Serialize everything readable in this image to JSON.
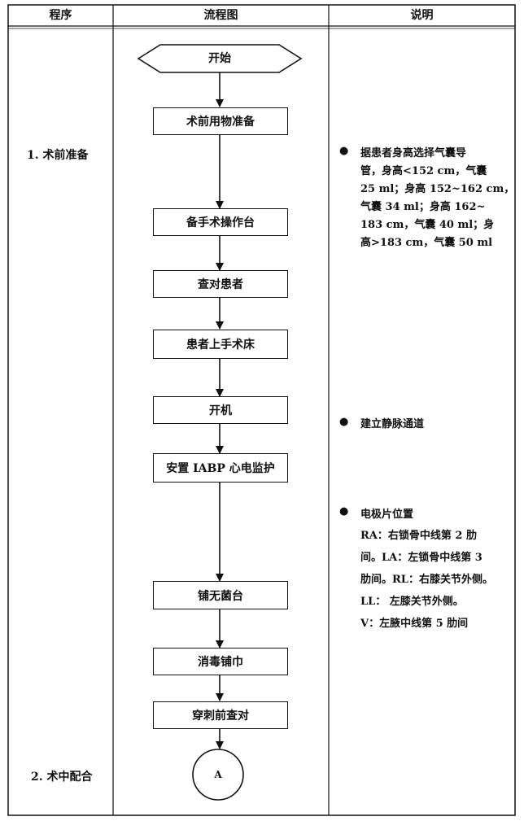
{
  "header": {
    "col_procedure": "程序",
    "col_flowchart": "流程图",
    "col_notes": "说明"
  },
  "procedures": {
    "p1": "1.  术前准备",
    "p2": "2. 术中配合"
  },
  "flow": {
    "start": "开始",
    "s1": "术前用物准备",
    "s2": "备手术操作台",
    "s3": "查对患者",
    "s4": "患者上手术床",
    "s5": "开机",
    "s6": "安置 IABP 心电监护",
    "s7": "铺无菌台",
    "s8": "消毒铺巾",
    "s9": "穿刺前查对",
    "connector": "A"
  },
  "notes": {
    "bullet": "●",
    "balloon": {
      "l1": "据患者身高选择气囊导",
      "l2": "管，身高<152 cm，气囊",
      "l3": "25 ml；身高 152~162 cm，",
      "l4": "气囊 34 ml；身高 162~",
      "l5": "183 cm，气囊 40 ml；身",
      "l6": "高>183 cm，气囊 50 ml"
    },
    "venous": "建立静脉通道",
    "electrode": {
      "title": "电极片位置",
      "l1": "RA：右锁骨中线第 2 肋",
      "l2": "间。LA：左锁骨中线第 3",
      "l3": "肋间。RL：右膝关节外侧。",
      "l4": "LL： 左膝关节外侧。",
      "l5": "V：左腋中线第 5 肋间"
    }
  }
}
